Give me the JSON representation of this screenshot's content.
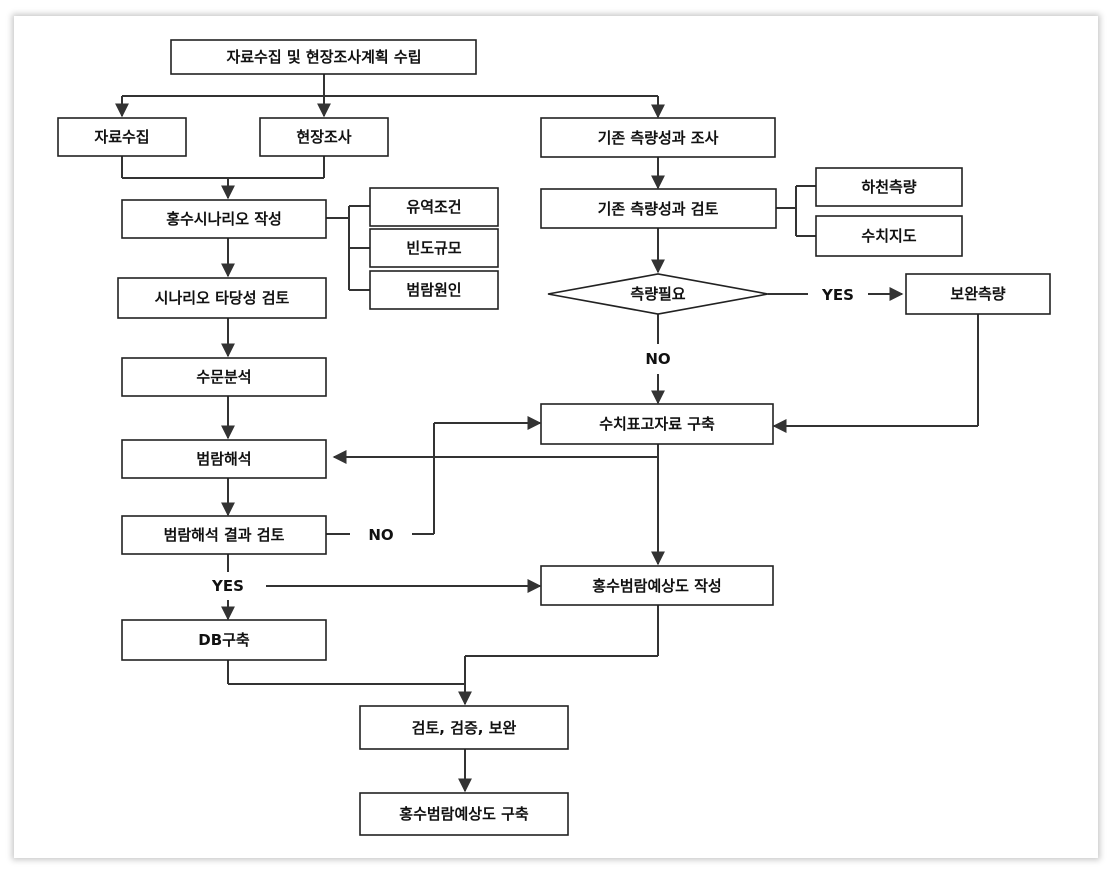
{
  "nodes": {
    "plan": "자료수집 및 현장조사계획 수립",
    "collect": "자료수집",
    "survey": "현장조사",
    "scenario": "홍수시나리오 작성",
    "basin": "유역조건",
    "freq": "빈도규모",
    "cause": "범람원인",
    "validity": "시나리오 타당성 검토",
    "hydro": "수문분석",
    "flood": "범람해석",
    "flood_review": "범람해석 결과 검토",
    "db": "DB구축",
    "existing_survey": "기존 측량성과 조사",
    "existing_review": "기존 측량성과 검토",
    "river_survey": "하천측량",
    "dem": "수치지도",
    "need_survey": "측량필요",
    "extra_survey": "보완측량",
    "elevation": "수치표고자료 구축",
    "map_make": "홍수범람예상도 작성",
    "verify": "검토, 검증, 보완",
    "map_build": "홍수범람예상도 구축"
  },
  "edge_labels": {
    "yes_survey": "YES",
    "no_survey": "NO",
    "no_review": "NO",
    "yes_review": "YES"
  }
}
